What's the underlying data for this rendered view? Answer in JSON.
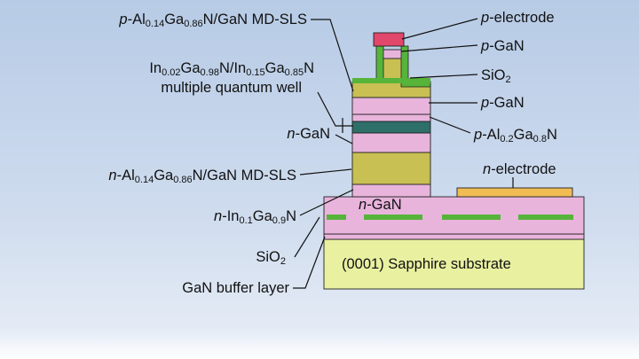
{
  "labels": {
    "p_electrode": [
      [
        "p",
        "it"
      ],
      [
        "-electrode",
        ""
      ]
    ],
    "p_gan_top": [
      [
        "p",
        "it"
      ],
      [
        "-GaN",
        ""
      ]
    ],
    "sio2_right": [
      [
        "SiO",
        ""
      ],
      [
        "2",
        "sub"
      ]
    ],
    "p_gan_mid": [
      [
        "p",
        "it"
      ],
      [
        "-GaN",
        ""
      ]
    ],
    "p_algan": [
      [
        "p",
        "it"
      ],
      [
        "-Al",
        ""
      ],
      [
        "0.2",
        "sub"
      ],
      [
        "Ga",
        ""
      ],
      [
        "0.8",
        "sub"
      ],
      [
        "N",
        ""
      ]
    ],
    "n_electrode": [
      [
        "n",
        "it"
      ],
      [
        "-electrode",
        ""
      ]
    ],
    "n_gan_inside": [
      [
        "n",
        "it"
      ],
      [
        "-GaN",
        ""
      ]
    ],
    "substrate": [
      [
        "(0001) Sapphire substrate",
        ""
      ]
    ],
    "p_sls": [
      [
        "p",
        "it"
      ],
      [
        "-Al",
        ""
      ],
      [
        "0.14",
        "sub"
      ],
      [
        "Ga",
        ""
      ],
      [
        "0.86",
        "sub"
      ],
      [
        "N/GaN MD-SLS",
        ""
      ]
    ],
    "mqw_line1": [
      [
        "In",
        ""
      ],
      [
        "0.02",
        "sub"
      ],
      [
        "Ga",
        ""
      ],
      [
        "0.98",
        "sub"
      ],
      [
        "N/In",
        ""
      ],
      [
        "0.15",
        "sub"
      ],
      [
        "Ga",
        ""
      ],
      [
        "0.85",
        "sub"
      ],
      [
        "N",
        ""
      ]
    ],
    "mqw_line2": [
      [
        "multiple quantum well",
        ""
      ]
    ],
    "n_gan_left": [
      [
        "n",
        "it"
      ],
      [
        "-GaN",
        ""
      ]
    ],
    "n_sls": [
      [
        "n",
        "it"
      ],
      [
        "-Al",
        ""
      ],
      [
        "0.14",
        "sub"
      ],
      [
        "Ga",
        ""
      ],
      [
        "0.86",
        "sub"
      ],
      [
        "N/GaN MD-SLS",
        ""
      ]
    ],
    "n_ingan": [
      [
        "n",
        "it"
      ],
      [
        "-In",
        ""
      ],
      [
        "0.1",
        "sub"
      ],
      [
        "Ga",
        ""
      ],
      [
        "0.9",
        "sub"
      ],
      [
        "N",
        ""
      ]
    ],
    "sio2_left": [
      [
        "SiO",
        ""
      ],
      [
        "2",
        "sub"
      ]
    ],
    "buffer": [
      [
        "GaN buffer layer",
        ""
      ]
    ]
  },
  "colors": {
    "background_top": "#b7cbe6",
    "sapphire": "#e9f0a0",
    "gan_pink": "#e8b4dc",
    "sls_olive": "#c8c052",
    "mqw_teal": "#2e6f6a",
    "electrode_p": "#e0476a",
    "electrode_n": "#f2bc55",
    "sio2_green": "#56b43a"
  }
}
